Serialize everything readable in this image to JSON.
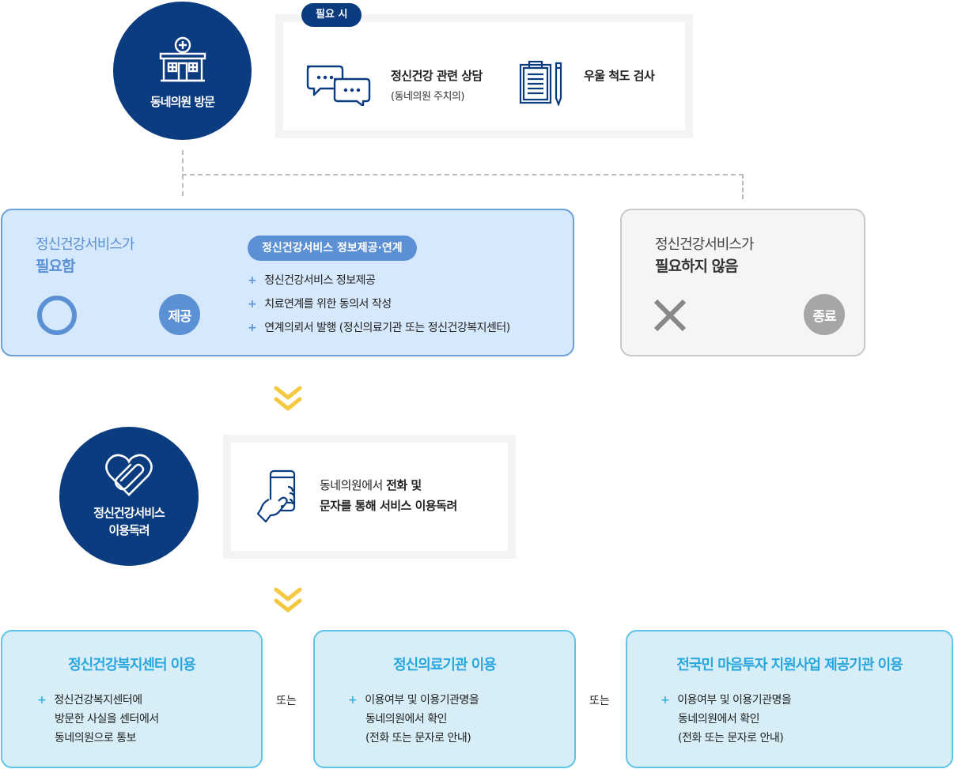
{
  "step1": {
    "circle_label": "동네의원 방문",
    "tag": "필요 시",
    "service1_title": "정신건강 관련 상담",
    "service1_sub": "(동네의원 주치의)",
    "service2_title": "우울 척도 검사"
  },
  "need": {
    "title_line1": "정신건강서비스가",
    "title_line2": "필요함",
    "badge": "제공",
    "pill": "정신건강서비스 정보제공·연계",
    "items": [
      "정신건강서비스 정보제공",
      "치료연계를 위한 동의서 작성",
      "연계의뢰서 발행 (정신의료기관 또는 정신건강복지센터)"
    ]
  },
  "noneed": {
    "title_line1": "정신건강서비스가",
    "title_line2": "필요하지 않음",
    "badge": "종료"
  },
  "step2": {
    "circle_line1": "정신건강서비스",
    "circle_line2": "이용독려",
    "text_line1_a": "동네의원에서 ",
    "text_line1_b": "전화 및",
    "text_line2": "문자를 통해 서비스 이용독려"
  },
  "final": {
    "or_label": "또는",
    "boxes": [
      {
        "title": "정신건강복지센터 이용",
        "lines": [
          "정신건강복지센터에",
          "방문한 사실을 센터에서",
          "동네의원으로 통보"
        ]
      },
      {
        "title": "정신의료기관 이용",
        "lines": [
          "이용여부 및 이용기관명을",
          "동네의원에서 확인",
          "(전화 또는 문자로 안내)"
        ]
      },
      {
        "title": "전국민 마음투자 지원사업 제공기관 이용",
        "lines": [
          "이용여부 및 이용기관명을",
          "동네의원에서 확인",
          "(전화 또는 문자로 안내)"
        ]
      }
    ]
  },
  "colors": {
    "navy": "#0c3c80",
    "light_blue_box": "#d6e8fb",
    "cyan_box": "#d7eef7",
    "cyan_title": "#29a6de",
    "arrow_yellow": "#f5c842"
  }
}
